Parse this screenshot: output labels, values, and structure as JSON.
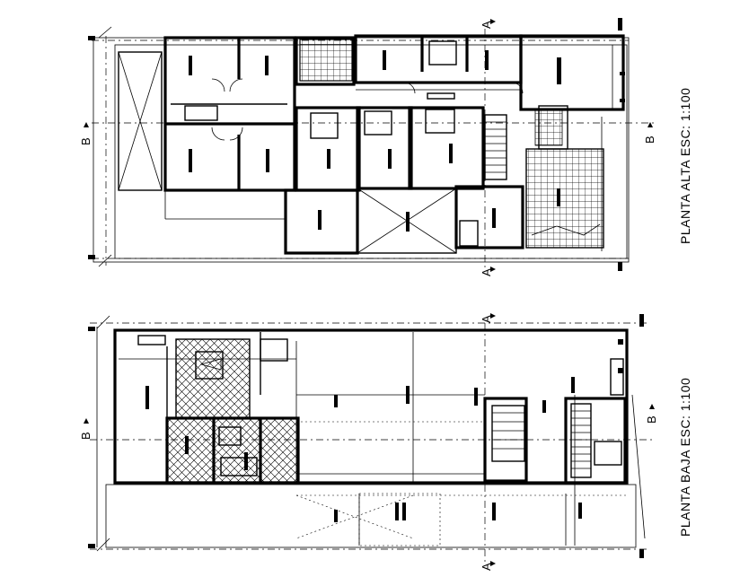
{
  "drawing": {
    "upper_plan_label": "PLANTA ALTA ESC: 1:100",
    "lower_plan_label": "PLANTA BAJA ESC: 1:100",
    "section_a": "A",
    "section_b": "B"
  },
  "colors": {
    "ink": "#000000",
    "paper": "#ffffff"
  },
  "icons": [
    "section-arrow-icon",
    "door-swing-icon",
    "tile-hatch-icon"
  ]
}
